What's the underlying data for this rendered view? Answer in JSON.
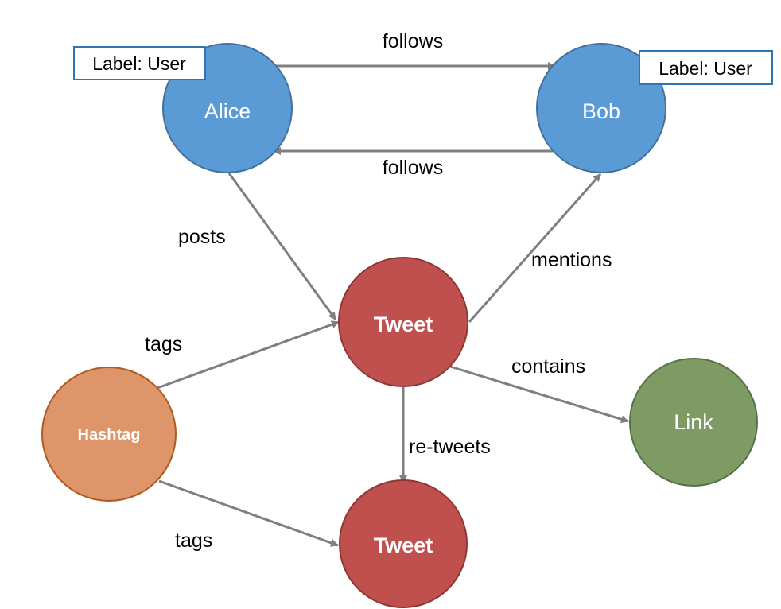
{
  "colors": {
    "user": "#5b9bd5",
    "user_stroke": "#41719c",
    "tweet": "#c0504d",
    "tweet_stroke": "#8c3836",
    "hashtag": "#dd9569",
    "hashtag_stroke": "#ae5a21",
    "link": "#7d9b63",
    "link_stroke": "#56714a",
    "edge": "#7f7f7f",
    "tag_border": "#2e75b6"
  },
  "nodes": {
    "alice": {
      "label": "Alice",
      "type": "user"
    },
    "bob": {
      "label": "Bob",
      "type": "user"
    },
    "tweet1": {
      "label": "Tweet",
      "type": "tweet"
    },
    "tweet2": {
      "label": "Tweet",
      "type": "tweet"
    },
    "hashtag": {
      "label": "Hashtag",
      "type": "hashtag"
    },
    "link": {
      "label": "Link",
      "type": "link"
    }
  },
  "edges": {
    "alice_follows_bob": {
      "from": "alice",
      "to": "bob",
      "label": "follows"
    },
    "bob_follows_alice": {
      "from": "bob",
      "to": "alice",
      "label": "follows"
    },
    "alice_posts_tweet": {
      "from": "alice",
      "to": "tweet1",
      "label": "posts"
    },
    "tweet_mentions_bob": {
      "from": "tweet1",
      "to": "bob",
      "label": "mentions"
    },
    "hashtag_tags_tweet1": {
      "from": "hashtag",
      "to": "tweet1",
      "label": "tags"
    },
    "tweet_contains_link": {
      "from": "tweet1",
      "to": "link",
      "label": "contains"
    },
    "tweet_retweets_tweet": {
      "from": "tweet1",
      "to": "tweet2",
      "label": "re-tweets"
    },
    "hashtag_tags_tweet2": {
      "from": "hashtag",
      "to": "tweet2",
      "label": "tags"
    }
  },
  "tags": {
    "alice": {
      "text": "Label: User"
    },
    "bob": {
      "text": "Label: User"
    }
  }
}
